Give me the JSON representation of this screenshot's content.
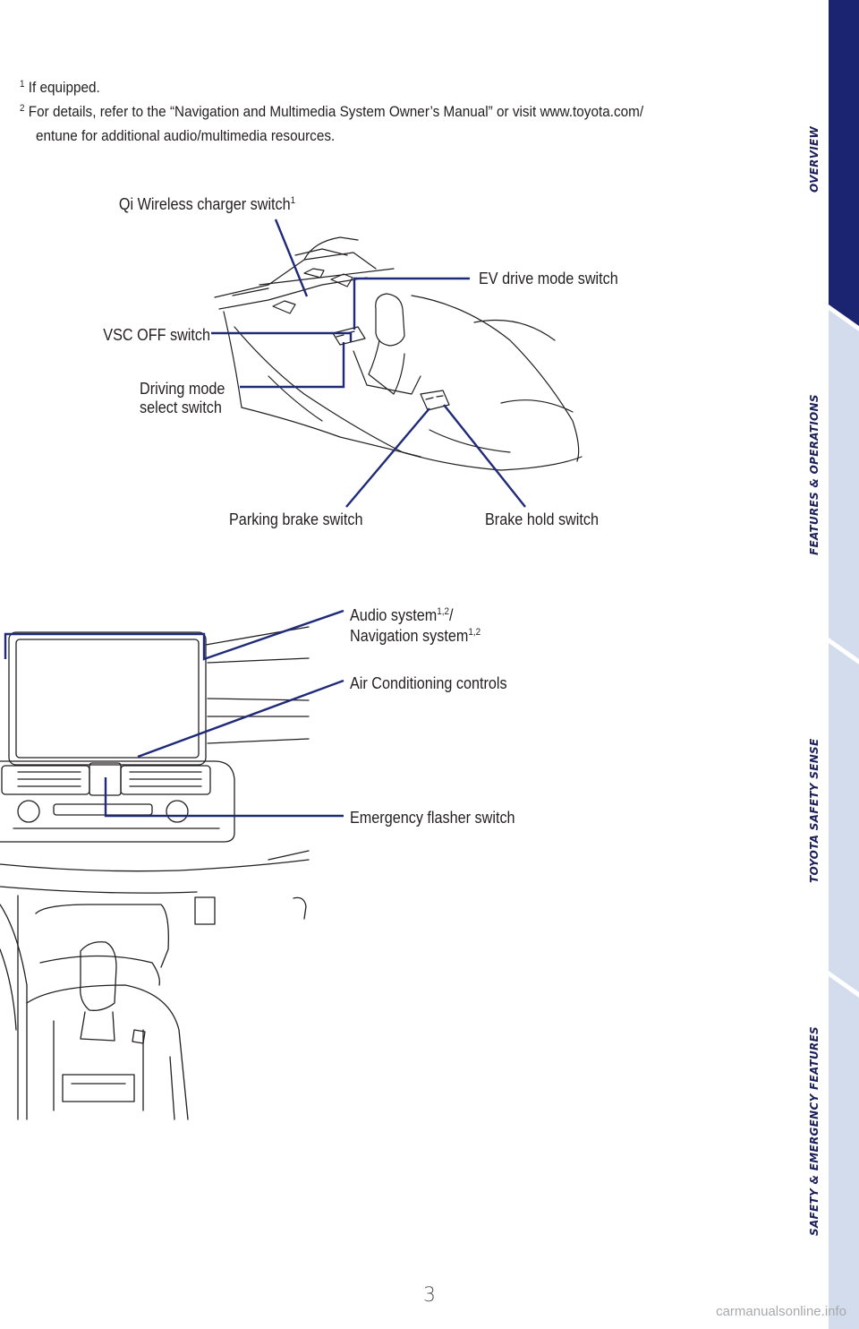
{
  "footnotes": [
    {
      "mark": "1",
      "text": "If equipped."
    },
    {
      "mark": "2",
      "text": "For details, refer to the “Navigation and Multimedia System Owner’s Manual” or visit www.toyota.com/",
      "cont": "entune for additional audio/multimedia resources."
    }
  ],
  "console_labels": {
    "qi": {
      "text": "Qi Wireless charger switch",
      "sup": "1"
    },
    "ev": "EV drive mode switch",
    "vsc": "VSC OFF switch",
    "drive_mode_1": "Driving mode",
    "drive_mode_2": "select switch",
    "parking": "Parking brake switch",
    "brake_hold": "Brake hold switch"
  },
  "dash_labels": {
    "audio": {
      "text": "Audio system",
      "sup": "1,2",
      "slash": "/"
    },
    "nav": {
      "text": "Navigation system",
      "sup": "1,2"
    },
    "ac": "Air Conditioning controls",
    "flasher": "Emergency flasher switch"
  },
  "sidebar_tabs": [
    {
      "label": "OVERVIEW",
      "active": true
    },
    {
      "label": "FEATURES & OPERATIONS",
      "active": false
    },
    {
      "label": "TOYOTA SAFETY SENSE",
      "active": false
    },
    {
      "label": "SAFETY & EMERGENCY FEATURES",
      "active": false
    }
  ],
  "page_number": "3",
  "watermark": "carmanualsonline.info",
  "colors": {
    "leader": "#1f2a78",
    "tab_active": "#1b2470",
    "tab_inactive": "#d3dced",
    "text": "#231f20"
  }
}
